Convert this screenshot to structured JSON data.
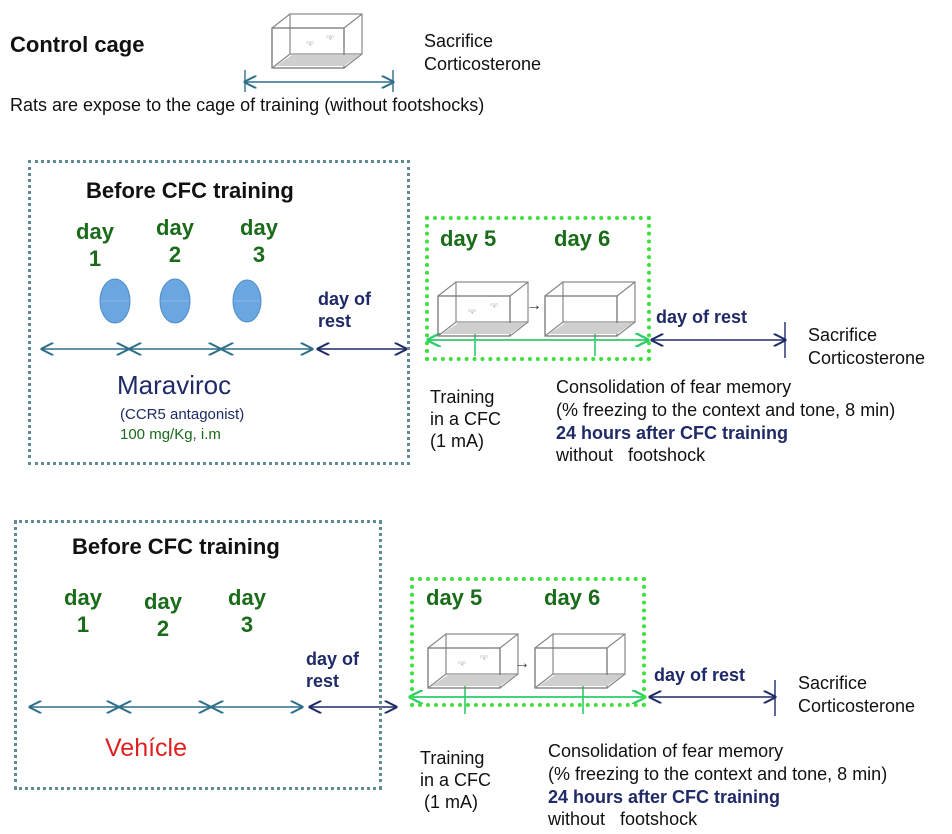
{
  "control": {
    "title": "Control cage",
    "sacrifice": "Sacrifice",
    "corticosterone": "Corticosterone",
    "exposure_text": "Rats are expose to the cage of training (without footshocks)"
  },
  "panel_a": {
    "before_title": "Before CFC training",
    "day1": [
      "day",
      "1"
    ],
    "day2": [
      "day",
      "2"
    ],
    "day3": [
      "day",
      "3"
    ],
    "rest1": [
      "day of",
      "rest"
    ],
    "day5": "day 5",
    "day6": "day 6",
    "rest2": "day of rest",
    "sacrifice": "Sacrifice",
    "corticosterone": "Corticosterone",
    "drug": "Maraviroc",
    "drug_class": "(CCR5 antagonist)",
    "dose": "100 mg/Kg, i.m",
    "training": [
      "Training",
      "in a CFC",
      "(1 mA)"
    ],
    "consolidation": "Consolidation of fear memory",
    "freezing": "(% freezing to the context and tone, 8 min)",
    "hours": "24 hours after CFC training",
    "without": "without   footshock"
  },
  "panel_b": {
    "before_title": "Before CFC training",
    "day1": [
      "day",
      "1"
    ],
    "day2": [
      "day",
      "2"
    ],
    "day3": [
      "day",
      "3"
    ],
    "rest1": [
      "day of",
      "rest"
    ],
    "day5": "day 5",
    "day6": "day 6",
    "rest2": "day of rest",
    "sacrifice": "Sacrifice",
    "corticosterone": "Corticosterone",
    "vehicle": "Vehícle",
    "training": [
      "Training",
      "in a CFC",
      "(1 mA)"
    ],
    "consolidation": "Consolidation of fear memory",
    "freezing": "(% freezing to the context and tone, 8 min)",
    "hours": "24 hours after CFC training",
    "without": "without   footshock"
  },
  "colors": {
    "green_text": "#1a6b1a",
    "navy_text": "#1f2a66",
    "dotted_border": "#5f8b93",
    "green_border": "#3ee03e",
    "pill": "#6aa6df",
    "vehicle_red": "#e02020"
  },
  "icons": [
    "cage-icon",
    "pill-icon",
    "arrow-icon"
  ]
}
